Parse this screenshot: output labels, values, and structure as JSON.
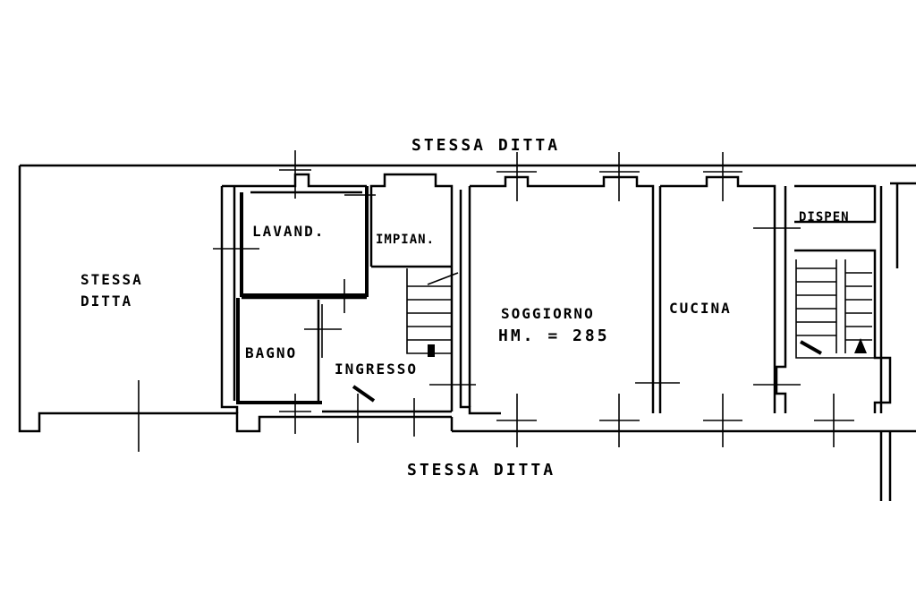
{
  "plan": {
    "labels": {
      "top_neighbor": "STESSA DITTA",
      "bottom_neighbor": "STESSA DITTA",
      "left_neighbor_line1": "STESSA",
      "left_neighbor_line2": "DITTA",
      "lavanderia": "LAVAND.",
      "impianti": "IMPIAN.",
      "bagno": "BAGNO",
      "ingresso": "INGRESSO",
      "soggiorno": "SOGGIORNO",
      "soggiorno_height": "HM. = 285",
      "cucina": "CUCINA",
      "dispensa": "DISPEN"
    }
  }
}
